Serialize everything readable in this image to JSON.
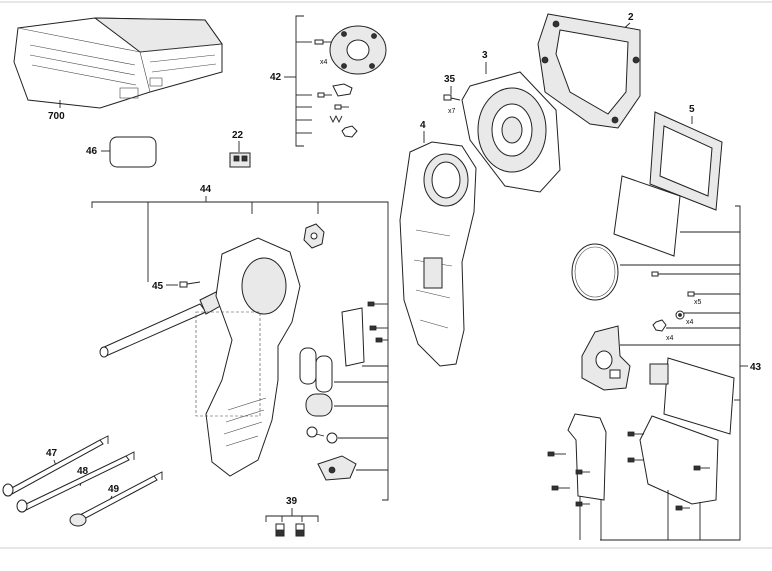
{
  "part_labels": {
    "p700": "700",
    "p42": "42",
    "p46": "46",
    "p22": "22",
    "p35": "35",
    "p3": "3",
    "p2": "2",
    "p4": "4",
    "p5": "5",
    "p44": "44",
    "p45": "45",
    "p43": "43",
    "p47": "47",
    "p48": "48",
    "p49": "49",
    "p39": "39"
  },
  "quantities": {
    "q42_screw": "x4",
    "q35_screw": "x7",
    "q43_screw_a": "x5",
    "q43_washer": "x4",
    "q43_nut": "x4"
  }
}
